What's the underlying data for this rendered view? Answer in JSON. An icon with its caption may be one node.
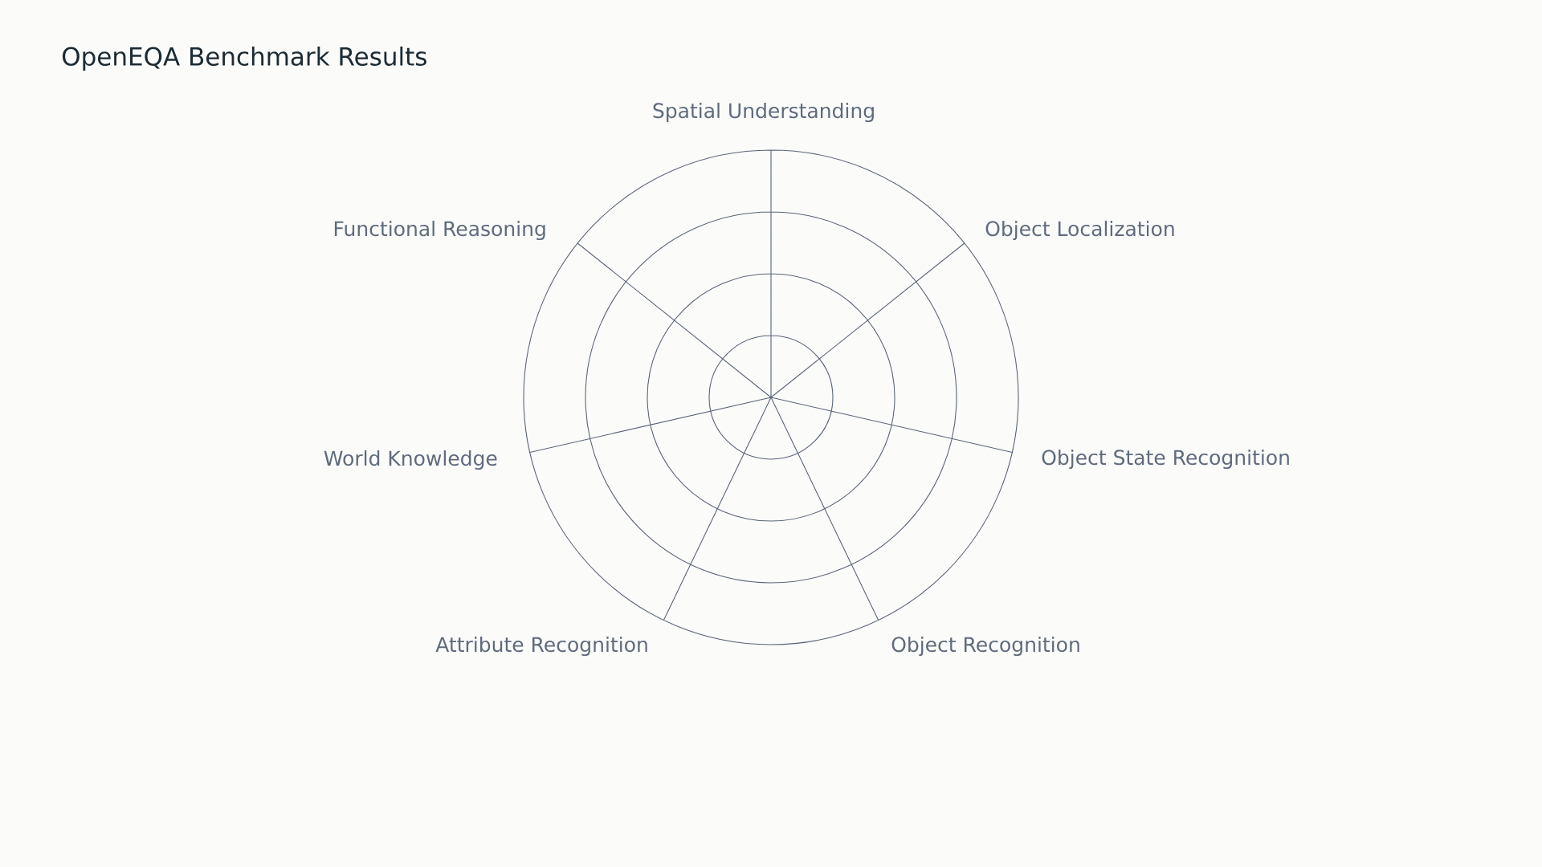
{
  "diagram": {
    "title": "OpenEQA Benchmark Results",
    "labels": [
      "Spatial Understanding",
      "Object Localization",
      "Object State Recognition",
      "Object Recognition",
      "Attribute Recognition",
      "World Knowledge",
      "Functional Reasoning"
    ]
  }
}
